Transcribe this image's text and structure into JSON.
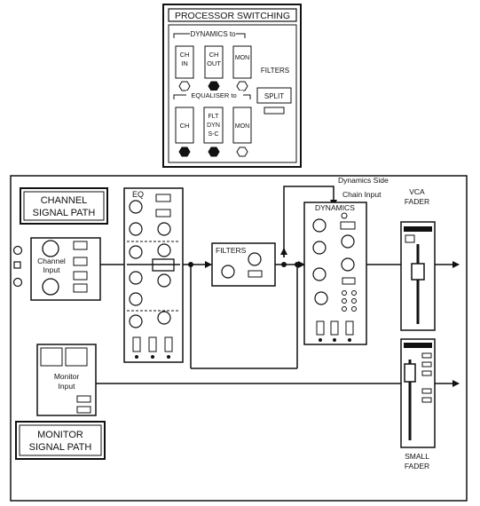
{
  "processor": {
    "title": "PROCESSOR SWITCHING",
    "dynamics_to": "DYNAMICS to",
    "equaliser_to": "EQUALISER to",
    "filters": "FILTERS",
    "split": "SPLIT",
    "dyn_buttons": [
      {
        "l1": "CH",
        "l2": "IN",
        "led": "off"
      },
      {
        "l1": "CH",
        "l2": "OUT",
        "led": "on"
      },
      {
        "l1": "MON",
        "l2": "",
        "led": "off"
      }
    ],
    "eq_buttons": [
      {
        "l1": "CH",
        "l2": "",
        "l3": "",
        "led": "on"
      },
      {
        "l1": "FLT",
        "l2": "DYN",
        "l3": "S-C",
        "led": "on"
      },
      {
        "l1": "MON",
        "l2": "",
        "l3": "",
        "led": "off"
      }
    ]
  },
  "diagram": {
    "channel_path_l1": "CHANNEL",
    "channel_path_l2": "SIGNAL PATH",
    "monitor_path_l1": "MONITOR",
    "monitor_path_l2": "SIGNAL PATH",
    "channel_input_l1": "Channel",
    "channel_input_l2": "Input",
    "monitor_input_l1": "Monitor",
    "monitor_input_l2": "Input",
    "eq": "EQ",
    "filters": "FILTERS",
    "dynamics": "DYNAMICS",
    "sidechain_l1": "Dynamics Side",
    "sidechain_l2": "Chain Input",
    "vca_l1": "VCA",
    "vca_l2": "FADER",
    "small_l1": "SMALL",
    "small_l2": "FADER"
  }
}
